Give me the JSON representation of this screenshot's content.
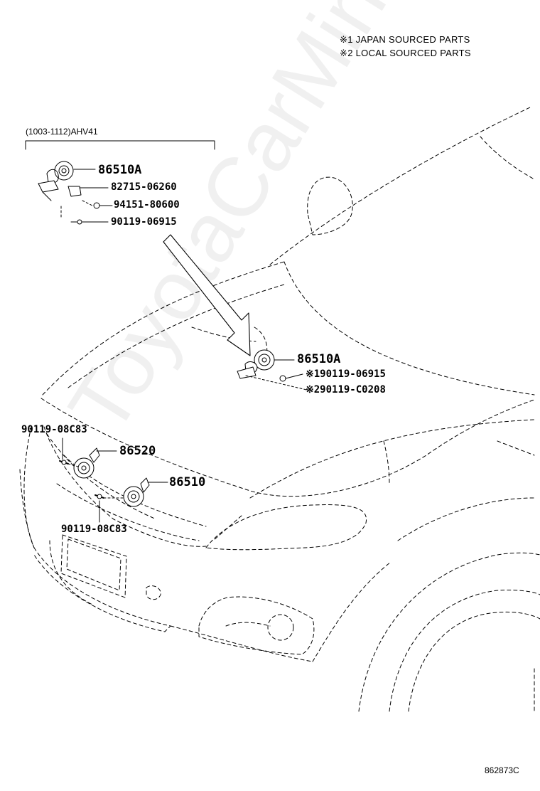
{
  "legend": {
    "japan": "※1 JAPAN SOURCED PARTS",
    "local": "※2 LOCAL SOURCED PARTS"
  },
  "variant": {
    "label": "(1003-1112)AHV41"
  },
  "parts": {
    "inset_horn": "86510A",
    "inset_bracket": "82715-06260",
    "inset_nut": "94151-80600",
    "inset_bolt": "90119-06915",
    "main_horn": "86510A",
    "main_bolt_japan": "※190119-06915",
    "main_bolt_local": "※290119-C0208",
    "front_bolt_upper": "90119-08C83",
    "front_horn_left": "86520",
    "front_horn_right": "86510",
    "front_bolt_lower": "90119-08C83"
  },
  "footer": {
    "diagram_id": "862873C"
  },
  "watermark": "ToyotaCarMine.ru",
  "colors": {
    "line": "#000000",
    "background": "#ffffff"
  }
}
